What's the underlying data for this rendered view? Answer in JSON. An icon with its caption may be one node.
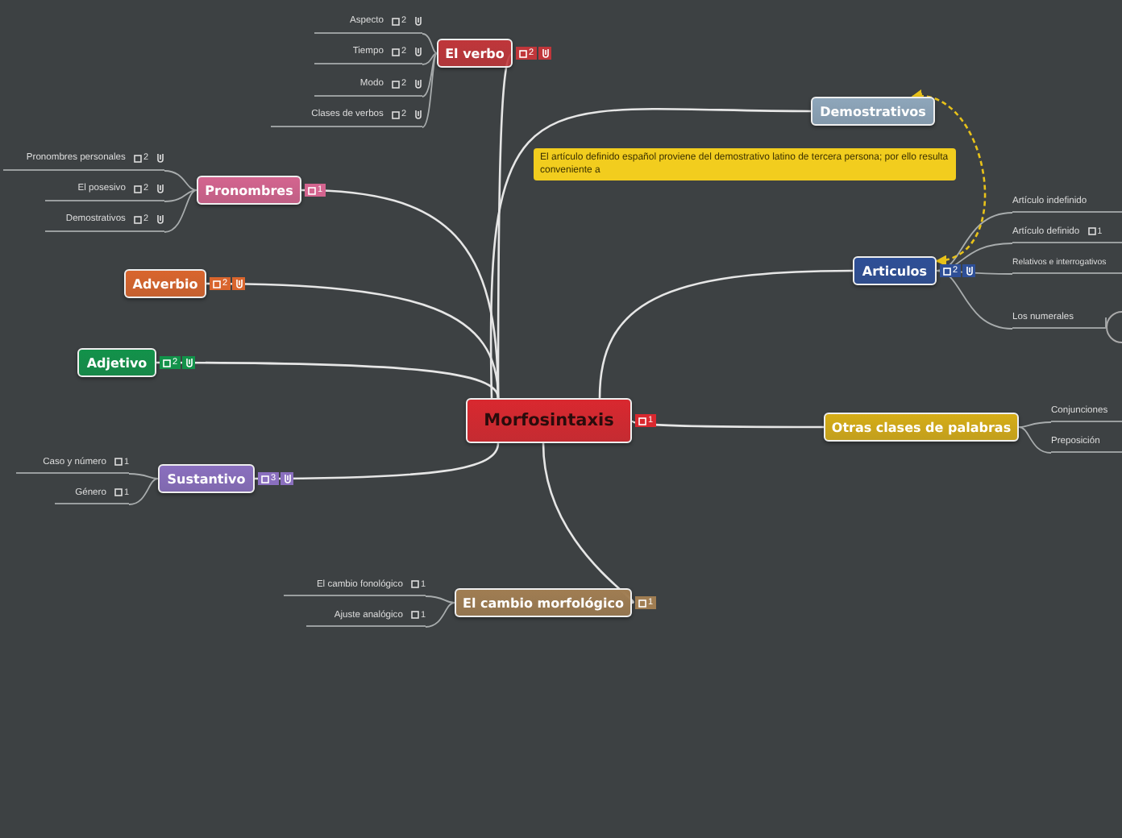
{
  "diagram": {
    "nodes": [
      {
        "text": [
          "Morfosintaxis"
        ],
        "beside": [
          "1"
        ]
      },
      {
        "text": [
          "El verbo"
        ],
        "beside": [
          "2"
        ]
      },
      {
        "text": [
          "Aspecto",
          "2"
        ]
      },
      {
        "text": [
          "Tiempo",
          "2"
        ]
      },
      {
        "text": [
          "Modo",
          "2"
        ]
      },
      {
        "text": [
          "Clases de verbos",
          "2"
        ]
      },
      {
        "text": [
          "Pronombres"
        ],
        "beside": [
          "1"
        ]
      },
      {
        "text": [
          "Pronombres personales",
          "2"
        ]
      },
      {
        "text": [
          "El posesivo",
          "2"
        ]
      },
      {
        "text": [
          "Demostrativos",
          "2"
        ]
      },
      {
        "text": [
          "Adverbio"
        ],
        "beside": [
          "2"
        ]
      },
      {
        "text": [
          "Adjetivo"
        ],
        "beside": [
          "2"
        ]
      },
      {
        "text": [
          "Sustantivo"
        ],
        "beside": [
          "3"
        ]
      },
      {
        "text": [
          "Caso y número",
          "1"
        ]
      },
      {
        "text": [
          "Género",
          "1"
        ]
      },
      {
        "text": [
          "El cambio morfológico"
        ],
        "beside": [
          "1"
        ]
      },
      {
        "text": [
          "El cambio fonológico",
          "1"
        ]
      },
      {
        "text": [
          "Ajuste analógico",
          "1"
        ]
      },
      {
        "text": [
          "Demostrativos"
        ]
      },
      {
        "text": [
          "El artículo definido español proviene del demostrativo latino de tercera persona; por ello resulta conveniente a"
        ]
      },
      {
        "text": [
          "Articulos"
        ],
        "beside": [
          "2"
        ]
      },
      {
        "text": [
          "Artículo indefinido"
        ]
      },
      {
        "text": [
          "Artículo definido",
          "1"
        ]
      },
      {
        "text": [
          "Relativos e interrogativos"
        ]
      },
      {
        "text": [
          "Los numerales"
        ]
      },
      {
        "text": [],
        "shape": "circle"
      },
      {
        "text": [
          "Otras clases de palabras"
        ]
      },
      {
        "text": [
          "Conjunciones"
        ]
      },
      {
        "text": [
          "Preposición"
        ]
      }
    ],
    "edges": [
      {
        "from": 0,
        "to": 1,
        "arrow": "none"
      },
      {
        "from": 1,
        "to": 2,
        "arrow": "none"
      },
      {
        "from": 1,
        "to": 3,
        "arrow": "none"
      },
      {
        "from": 1,
        "to": 4,
        "arrow": "none"
      },
      {
        "from": 1,
        "to": 5,
        "arrow": "none"
      },
      {
        "from": 0,
        "to": 6,
        "arrow": "none"
      },
      {
        "from": 6,
        "to": 7,
        "arrow": "none"
      },
      {
        "from": 6,
        "to": 8,
        "arrow": "none"
      },
      {
        "from": 6,
        "to": 9,
        "arrow": "none"
      },
      {
        "from": 0,
        "to": 10,
        "arrow": "none"
      },
      {
        "from": 0,
        "to": 11,
        "arrow": "none"
      },
      {
        "from": 0,
        "to": 12,
        "arrow": "none"
      },
      {
        "from": 12,
        "to": 13,
        "arrow": "none"
      },
      {
        "from": 12,
        "to": 14,
        "arrow": "none"
      },
      {
        "from": 0,
        "to": 15,
        "arrow": "none"
      },
      {
        "from": 15,
        "to": 16,
        "arrow": "none"
      },
      {
        "from": 15,
        "to": 17,
        "arrow": "none"
      },
      {
        "from": 0,
        "to": 18,
        "arrow": "none"
      },
      {
        "from": 0,
        "to": 20,
        "arrow": "none"
      },
      {
        "from": 20,
        "to": 21,
        "arrow": "none"
      },
      {
        "from": 20,
        "to": 22,
        "arrow": "none"
      },
      {
        "from": 20,
        "to": 23,
        "arrow": "none"
      },
      {
        "from": 20,
        "to": 24,
        "arrow": "none"
      },
      {
        "from": 24,
        "to": 25,
        "arrow": "none"
      },
      {
        "from": 0,
        "to": 26,
        "arrow": "none"
      },
      {
        "from": 26,
        "to": 27,
        "arrow": "none"
      },
      {
        "from": 26,
        "to": 28,
        "arrow": "none"
      },
      {
        "from": 20,
        "to": 18,
        "arrow": "both",
        "style": "dashed",
        "color": "#e8c21a"
      }
    ]
  }
}
